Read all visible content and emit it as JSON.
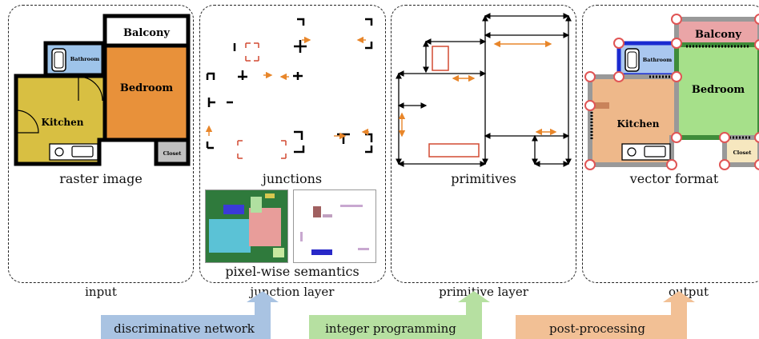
{
  "panels": {
    "input": {
      "caption": "raster image",
      "stage": "input"
    },
    "junction": {
      "caption": "junctions",
      "sub_caption": "pixel-wise semantics",
      "stage": "junction layer"
    },
    "primitive": {
      "caption": "primitives",
      "stage": "primitive layer"
    },
    "output": {
      "caption": "vector format",
      "stage": "output"
    }
  },
  "rooms": {
    "balcony": "Balcony",
    "bathroom": "Bathroom",
    "bedroom": "Bedroom",
    "kitchen": "Kitchen",
    "closet": "Closet"
  },
  "process": [
    {
      "label": "discriminative network",
      "color": "#a9c3e2"
    },
    {
      "label": "integer programming",
      "color": "#b6e0a1"
    },
    {
      "label": "post-processing",
      "color": "#f2c095"
    }
  ],
  "colors": {
    "kitchen_raster": "#d8bf42",
    "bedroom_raster": "#e8913a",
    "bathroom_raster": "#9ec4ea",
    "closet_raster": "#c0c0c0",
    "kitchen_vector": "#eeb88a",
    "bedroom_vector": "#a6e08a",
    "balcony_vector": "#eaa5a7",
    "bathroom_vector": "#aac7ef",
    "closet_vector": "#f6e7bf",
    "junction_arrow": "#e8862a",
    "primitive_box": "#d24a32"
  }
}
